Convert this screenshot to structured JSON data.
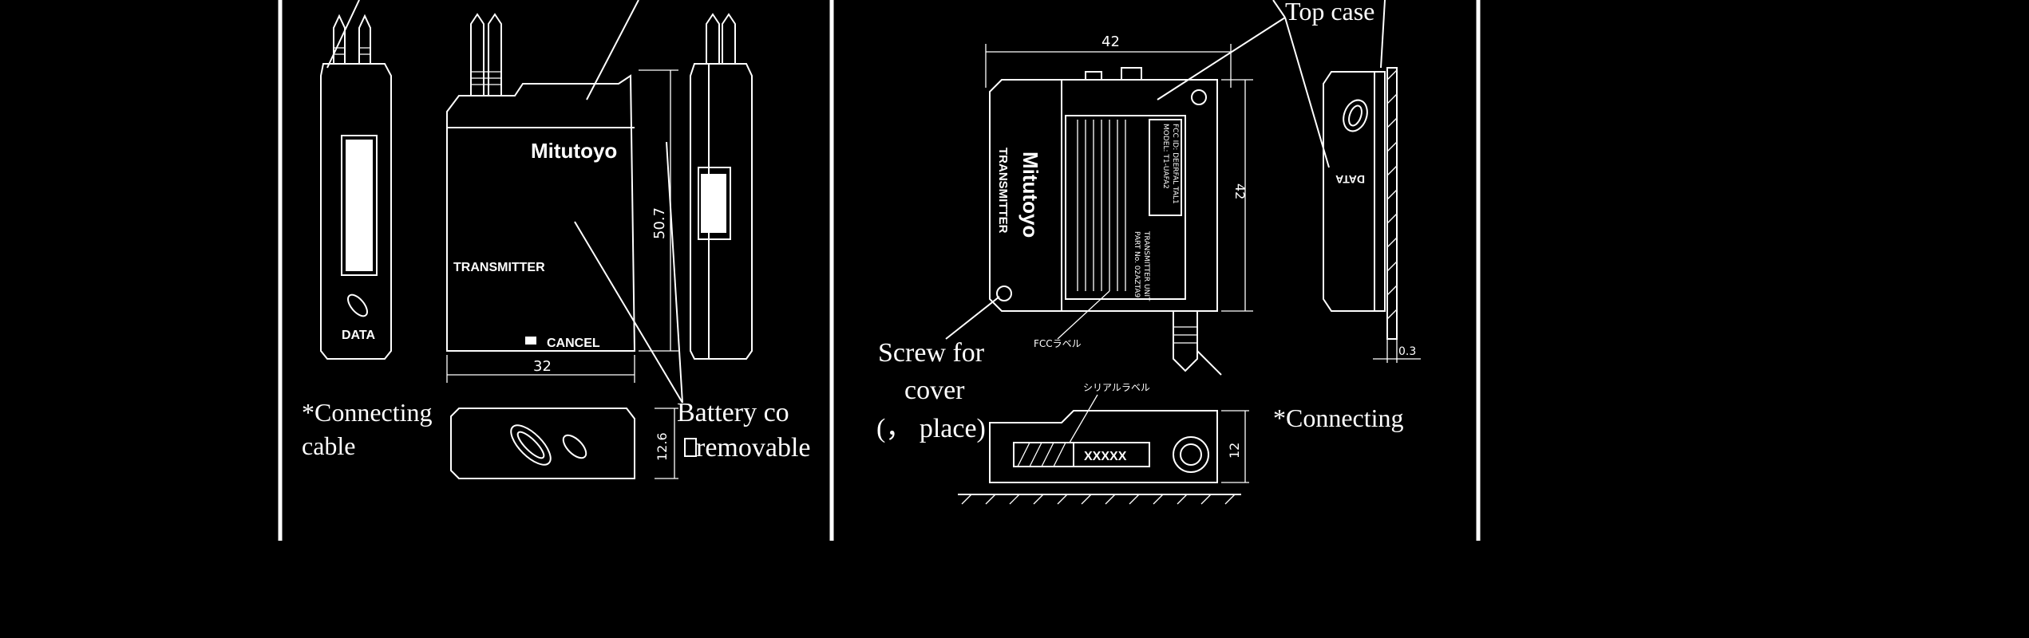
{
  "left_panel": {
    "brand": "Mitutoyo",
    "model_label": "TRANSMITTER",
    "button_label": "CANCEL",
    "side_button_label": "DATA",
    "dim_width": "32",
    "dim_height": "50.7",
    "dim_depth": "12.6",
    "note_connecting_line1": "*Connecting",
    "note_connecting_line2": "cable",
    "battery_line1": "Battery co",
    "battery_line2": "removable"
  },
  "right_panel": {
    "brand": "Mitutoyo",
    "model_label": "TRANSMITTER",
    "dim_width": "42",
    "dim_height": "42",
    "dim_depth": "12",
    "dim_gap": "0.3",
    "side_button_label": "DATA",
    "top_case_label": "Top case",
    "screw_line1": "Screw for",
    "screw_line2": "cover",
    "screw_line3": "(， place)",
    "note_connecting": "*Connecting",
    "fcc_label": "FCCラベル",
    "serial_label": "シリアルラベル",
    "serial_value": "XXXXX",
    "fcc_block_line1": "FCC ID:  DEERFAL TAL1",
    "fcc_block_line2": "MODEL: T1-UAFA2",
    "fcc_block_line3": "TRANSMITTER UNIT",
    "fcc_block_line4": "PART No. 02AZTA9"
  },
  "colors": {
    "background": "#000000",
    "ink": "#ffffff"
  }
}
